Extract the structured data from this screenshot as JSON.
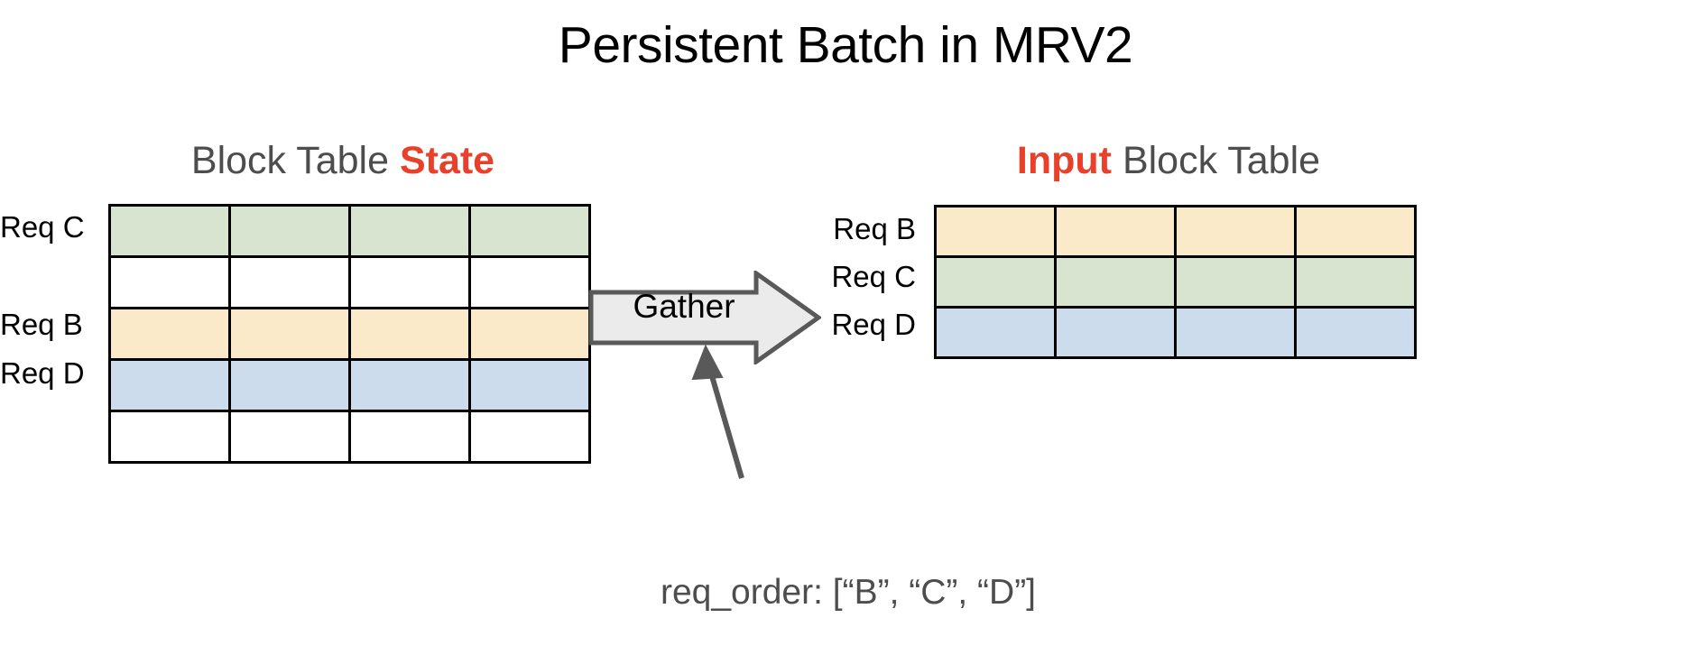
{
  "slide": {
    "title": "Persistent Batch in MRV2",
    "background_color": "#ffffff"
  },
  "colors": {
    "accent_red": "#e8402a",
    "heading_gray": "#4d4d4d",
    "cell_green": "#d8e4d0",
    "cell_yellow": "#fbeac9",
    "cell_blue": "#ccdcec",
    "cell_white": "#ffffff",
    "grid_border": "#000000",
    "arrow_fill": "#ebebeb",
    "arrow_stroke": "#595959"
  },
  "left_panel": {
    "heading_prefix": "Block Table ",
    "heading_accent": "State",
    "table": {
      "rows": 5,
      "columns": 4,
      "row_fills": [
        "cell-green",
        "cell-white",
        "cell-yellow",
        "cell-blue",
        "cell-white"
      ],
      "row_labels": [
        "Req C",
        "",
        "Req B",
        "Req D",
        ""
      ]
    },
    "labels": {
      "req_c": "Req C",
      "req_b": "Req B",
      "req_d": "Req D"
    }
  },
  "right_panel": {
    "heading_accent": "Input",
    "heading_suffix": " Block Table",
    "table": {
      "rows": 3,
      "columns": 4,
      "row_fills": [
        "cell-yellow",
        "cell-green",
        "cell-blue"
      ],
      "row_labels": [
        "Req B",
        "Req C",
        "Req D"
      ]
    },
    "labels": {
      "req_b": "Req B",
      "req_c": "Req C",
      "req_d": "Req D"
    }
  },
  "gather": {
    "label": "Gather",
    "icon": "right-block-arrow-icon"
  },
  "annotation": {
    "text": "req_order: [“B”, “C”, “D”]",
    "pointer_icon": "up-left-arrow-icon"
  }
}
